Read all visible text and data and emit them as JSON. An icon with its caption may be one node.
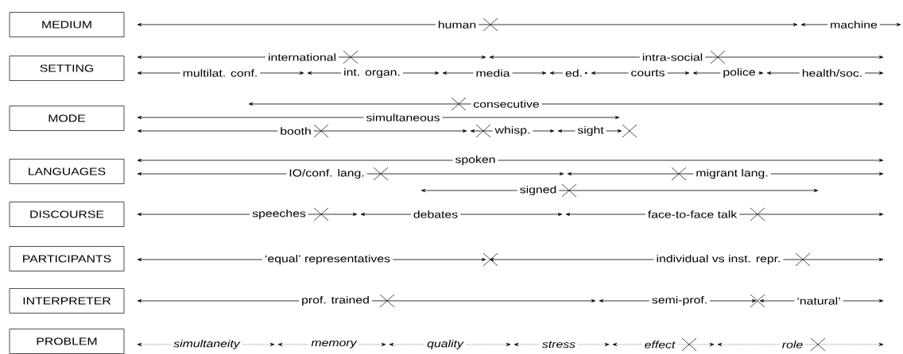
{
  "diagram": {
    "nodes": [
      {
        "text": [
          "MEDIUM"
        ]
      },
      {
        "text": [
          "SETTING"
        ]
      },
      {
        "text": [
          "MODE"
        ]
      },
      {
        "text": [
          "LANGUAGES"
        ]
      },
      {
        "text": [
          "DISCOURSE"
        ]
      },
      {
        "text": [
          "PARTICIPANTS"
        ]
      },
      {
        "text": [
          "INTERPRETER"
        ]
      },
      {
        "text": [
          "PROBLEM"
        ]
      }
    ],
    "labels": [
      "human",
      "machine",
      "international",
      "intra-social",
      "multilat. conf.",
      "int. organ.",
      "media",
      "ed.",
      "courts",
      "police",
      "health/soc.",
      "consecutive",
      "simultaneous",
      "booth",
      "whisp.",
      "sight",
      "spoken",
      "IO/conf. lang.",
      "migrant lang.",
      "signed",
      "speeches",
      "debates",
      "face-to-face talk",
      "‘equal’ representatives",
      "individual vs inst. repr.",
      "prof. trained",
      "semi-prof.",
      "‘natural’",
      "simultaneity",
      "memory",
      "quality",
      "stress",
      "effect",
      "role"
    ]
  }
}
